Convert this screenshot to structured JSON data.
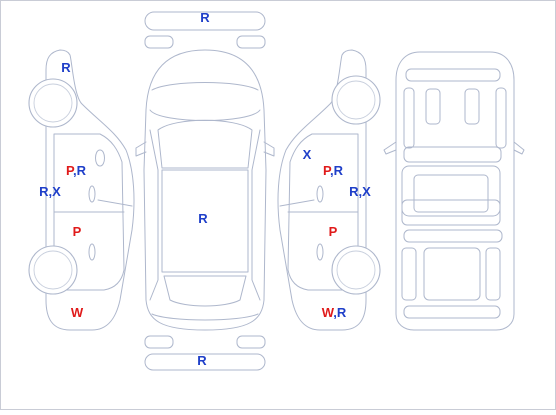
{
  "colors": {
    "outline": "#aeb7cc",
    "rust": "#1f3fc9",
    "paint": "#e01a1a"
  },
  "labels": {
    "roof_front": "R",
    "roof_rear": "R",
    "hood": "R",
    "left_front_fender": "R",
    "left_front_door": {
      "a": "P",
      "sep": ",",
      "b": "R"
    },
    "left_sill": "R,X",
    "left_rear_door": "P",
    "left_rear_quarter": "W",
    "right_mirror": "X",
    "right_front_door": {
      "a": "P",
      "sep": ",",
      "b": "R"
    },
    "right_sill": "R,X",
    "right_rear_door": "P",
    "right_rear_quarter": {
      "a": "W",
      "sep": ",",
      "b": "R"
    }
  }
}
